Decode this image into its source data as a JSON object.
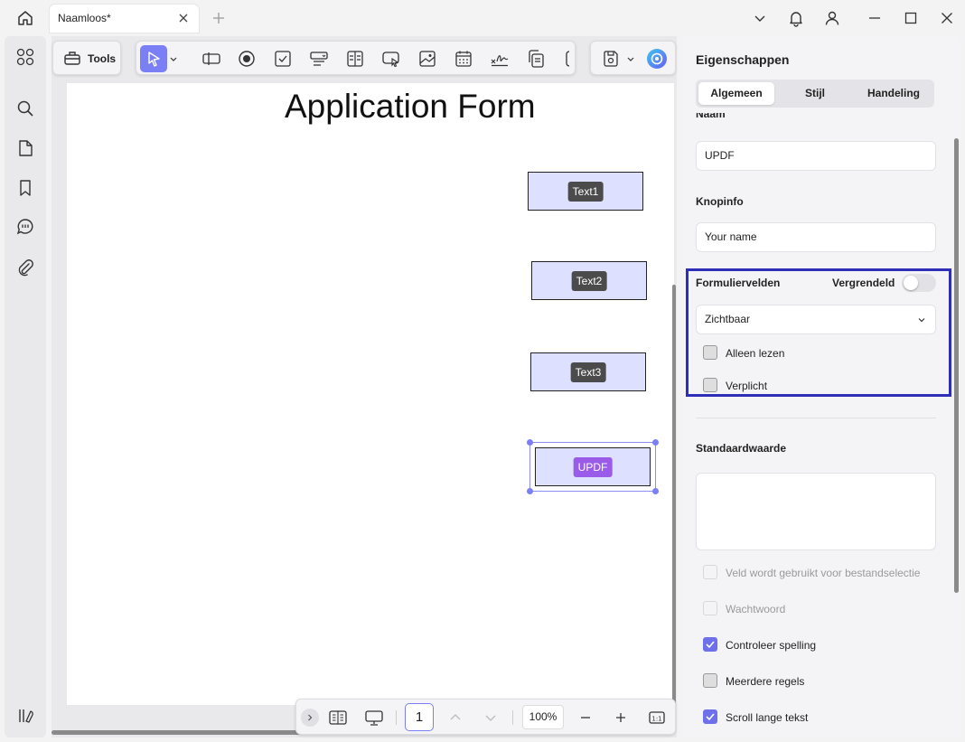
{
  "tab": {
    "title": "Naamloos*"
  },
  "toolbar": {
    "tools_label": "Tools"
  },
  "document": {
    "title": "Application Form",
    "fields": [
      "Text1",
      "Text2",
      "Text3",
      "UPDF"
    ]
  },
  "pagenav": {
    "page": "1",
    "zoom": "100%"
  },
  "properties": {
    "title": "Eigenschappen",
    "tabs": [
      "Algemeen",
      "Stijl",
      "Handeling"
    ],
    "name_label_partial": "Naam",
    "name_value": "UPDF",
    "tooltip_label": "Knopinfo",
    "tooltip_value": "Your name",
    "form_fields_label": "Formuliervelden",
    "locked_label": "Vergrendeld",
    "visibility_value": "Zichtbaar",
    "readonly_label": "Alleen lezen",
    "required_label": "Verplicht",
    "default_label": "Standaardwaarde",
    "options": [
      {
        "label": "Veld wordt gebruikt voor bestandselectie",
        "checked": false,
        "disabled": true
      },
      {
        "label": "Wachtwoord",
        "checked": false,
        "disabled": true
      },
      {
        "label": "Controleer spelling",
        "checked": true,
        "disabled": false
      },
      {
        "label": "Meerdere regels",
        "checked": false,
        "disabled": false
      },
      {
        "label": "Scroll lange tekst",
        "checked": true,
        "disabled": false
      }
    ]
  },
  "colors": {
    "accent": "#7b7ff5",
    "highlight": "#2e2eb8",
    "field_fill": "#dde0ff"
  }
}
